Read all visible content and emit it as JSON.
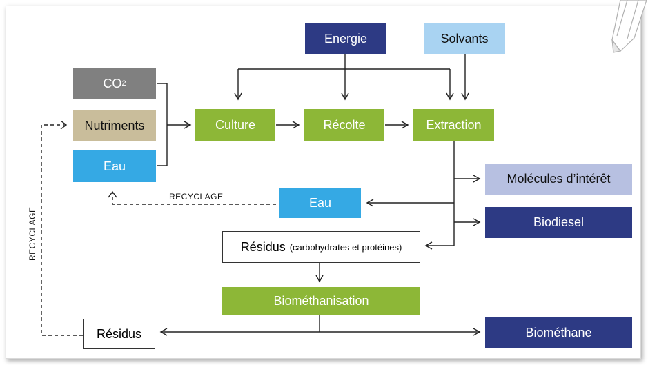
{
  "nodes": {
    "co2": {
      "text": "CO",
      "sub": "2"
    },
    "nutriments": "Nutriments",
    "eau_input": "Eau",
    "energie": "Energie",
    "solvants": "Solvants",
    "culture": "Culture",
    "recolte": "Récolte",
    "extraction": "Extraction",
    "molecules": "Molécules d’intérêt",
    "eau_output": "Eau",
    "biodiesel": "Biodiesel",
    "residus_main": "Résidus",
    "residus_detail": "(carbohydrates et protéines)",
    "biomethanisation": "Biométhanisation",
    "residus_final": "Résidus",
    "biomethane": "Biométhane"
  },
  "labels": {
    "recyclage_horizontal": "RECYCLAGE",
    "recyclage_vertical": "RECYCLAGE"
  },
  "colors": {
    "grey": "#808080",
    "beige": "#c9bd9b",
    "blue": "#35a9e4",
    "green": "#8db737",
    "navy": "#2d3a84",
    "light_blue": "#a9d3f2",
    "lavender": "#b7c0e1"
  },
  "icons": [
    "pencil-icon"
  ]
}
